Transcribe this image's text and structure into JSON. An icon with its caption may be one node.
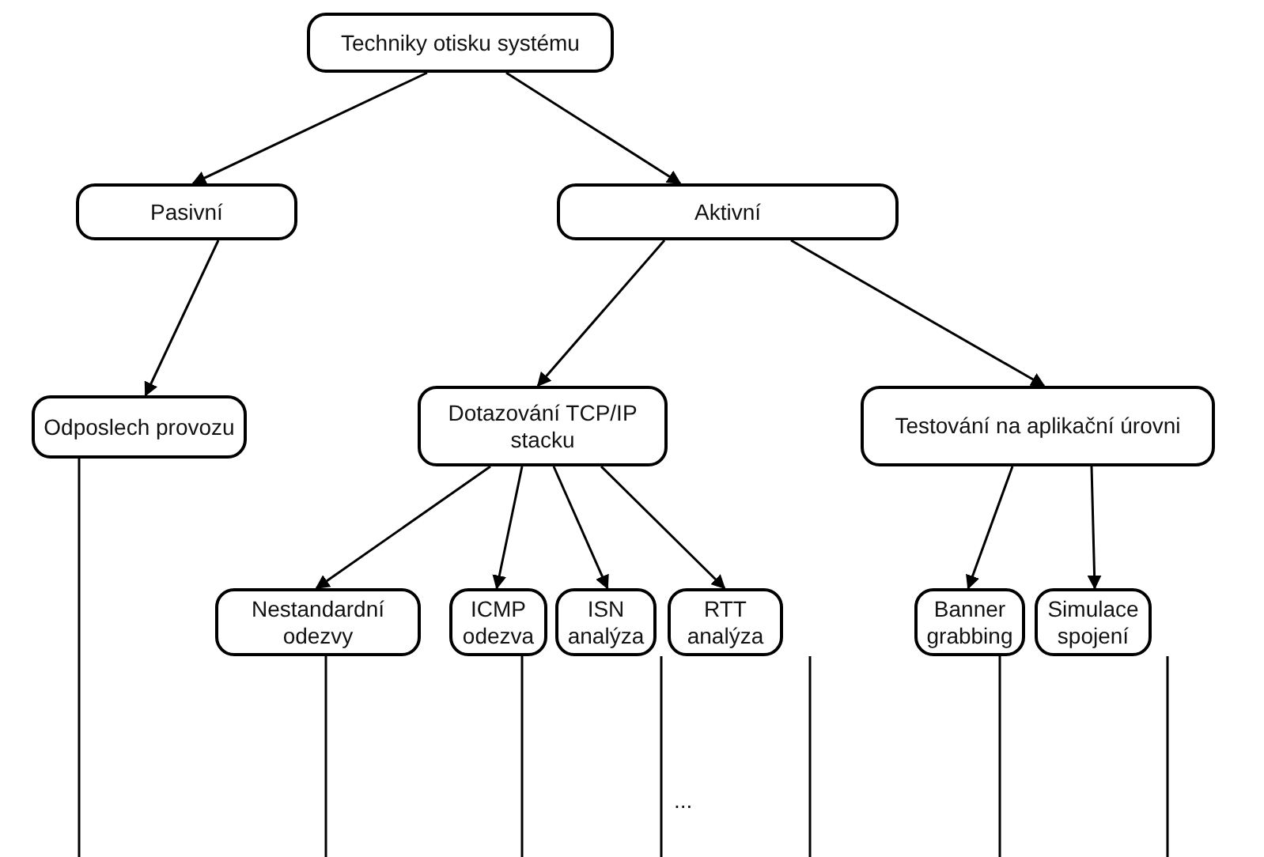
{
  "diagram": {
    "nodes": [
      {
        "text": [
          "Techniky otisku systému"
        ]
      },
      {
        "text": [
          "Pasivní"
        ]
      },
      {
        "text": [
          "Aktivní"
        ]
      },
      {
        "text": [
          "Odposlech provozu"
        ]
      },
      {
        "text": [
          "Dotazování TCP/IP stacku"
        ]
      },
      {
        "text": [
          "Testování na aplikační úrovni"
        ]
      },
      {
        "text": [
          "Nestandardní odezvy"
        ]
      },
      {
        "text": [
          "ICMP odezva"
        ]
      },
      {
        "text": [
          "ISN analýza"
        ]
      },
      {
        "text": [
          "RTT analýza"
        ]
      },
      {
        "text": [
          "Banner grabbing"
        ]
      },
      {
        "text": [
          "Simulace spojení"
        ]
      }
    ],
    "edges": [
      {
        "from": 0,
        "to": 1,
        "arrow": "to"
      },
      {
        "from": 0,
        "to": 2,
        "arrow": "to"
      },
      {
        "from": 1,
        "to": 3,
        "arrow": "to"
      },
      {
        "from": 2,
        "to": 4,
        "arrow": "to"
      },
      {
        "from": 2,
        "to": 5,
        "arrow": "to"
      },
      {
        "from": 4,
        "to": 6,
        "arrow": "to"
      },
      {
        "from": 4,
        "to": 7,
        "arrow": "to"
      },
      {
        "from": 4,
        "to": 8,
        "arrow": "to"
      },
      {
        "from": 4,
        "to": 9,
        "arrow": "to"
      },
      {
        "from": 5,
        "to": 10,
        "arrow": "to"
      },
      {
        "from": 5,
        "to": 11,
        "arrow": "to"
      },
      {
        "from": 3,
        "to": null,
        "arrow": "none"
      },
      {
        "from": 6,
        "to": null,
        "arrow": "none"
      },
      {
        "from": 7,
        "to": null,
        "arrow": "none"
      },
      {
        "from": 8,
        "to": null,
        "arrow": "none"
      },
      {
        "from": 9,
        "to": null,
        "arrow": "none"
      },
      {
        "from": 10,
        "to": null,
        "arrow": "none"
      },
      {
        "from": 11,
        "to": null,
        "arrow": "none"
      }
    ],
    "labels": [
      "..."
    ]
  }
}
